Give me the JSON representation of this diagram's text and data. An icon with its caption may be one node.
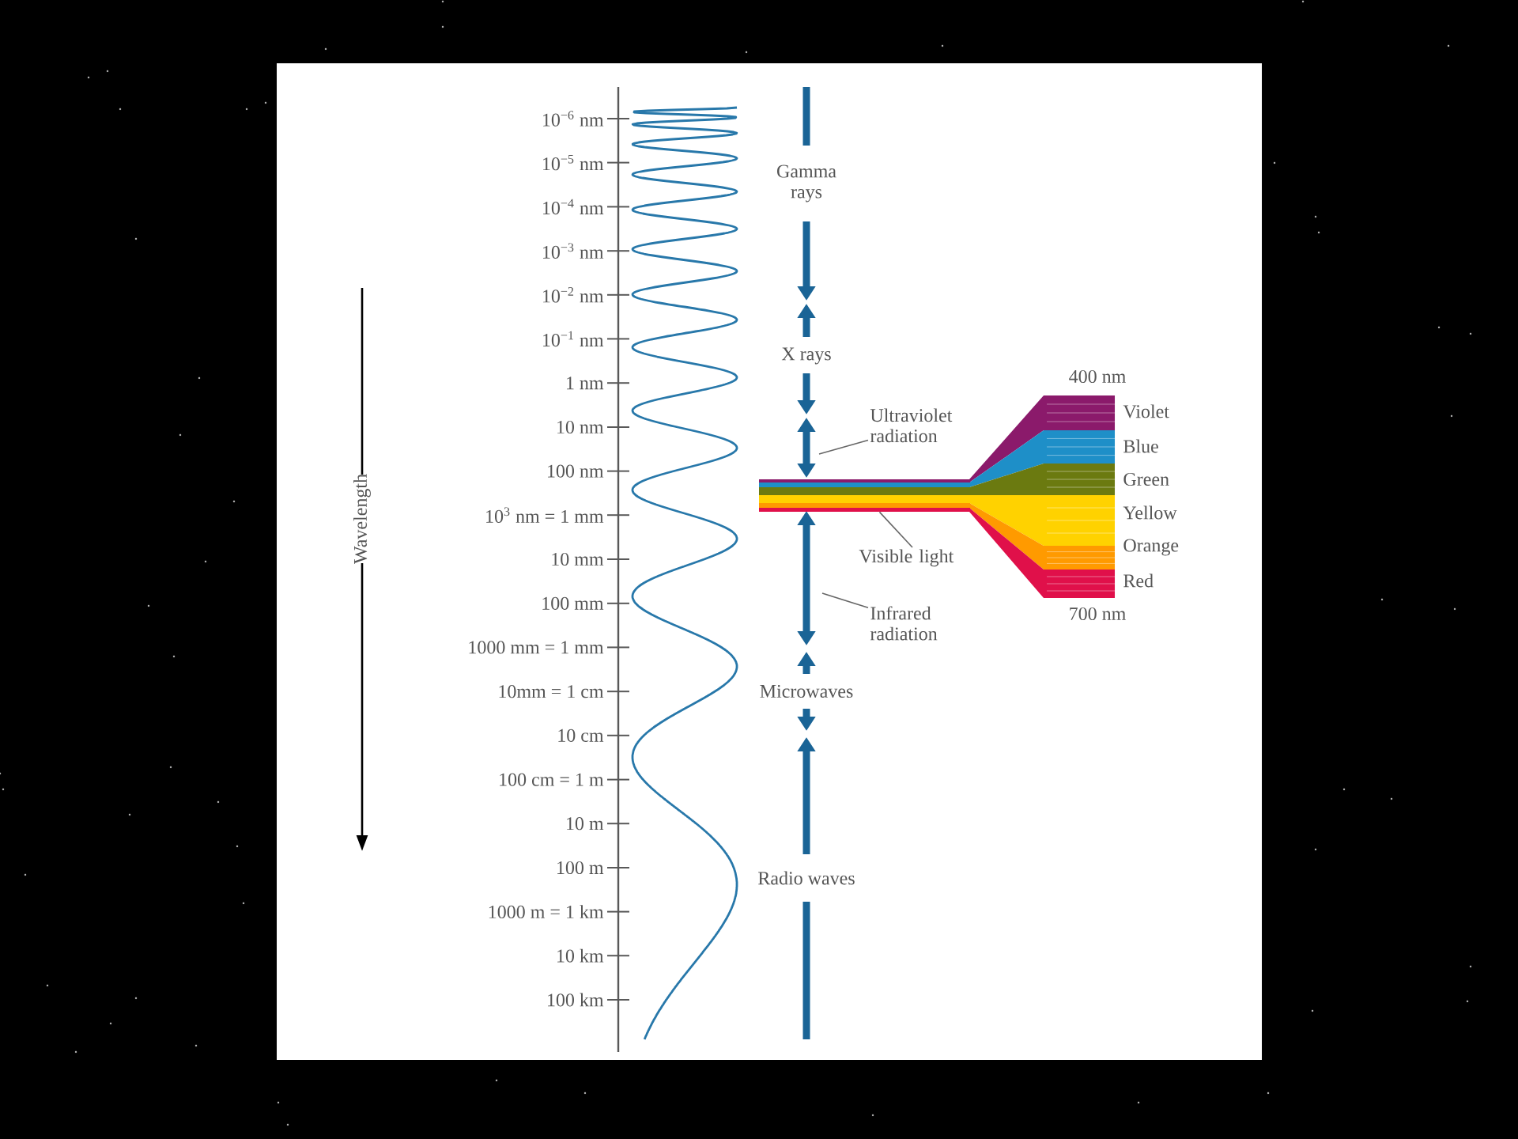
{
  "diagram": {
    "nodes": [
      {
        "text": [
          "Ultraviolet radiation"
        ]
      },
      {
        "text": [
          "Visible light"
        ]
      },
      {
        "text": [
          "Infrared radiation"
        ]
      },
      {
        "text": [],
        "shape": "bar"
      }
    ],
    "edges": [
      {
        "from": 0,
        "to": null,
        "arrow": "none"
      },
      {
        "from": 1,
        "to": 3,
        "arrow": "none"
      },
      {
        "from": 2,
        "to": null,
        "arrow": "none"
      }
    ],
    "labels": [
      "10$^{−6}$ nm",
      "10$^{−5}$ nm",
      "10$^{−4}$ nm",
      "10$^{−3}$ nm",
      "10$^{−2}$ nm",
      "10$^{−1}$ nm",
      "1 nm",
      "10 nm",
      "100 nm",
      "10$^{3}$ nm = 1 mm",
      "10 mm",
      "100 mm",
      "1000 mm = 1 mm",
      "10mm = 1 cm",
      "10 cm",
      "100 cm = 1 m",
      "10 m",
      "100 m",
      "1000 m = 1 km",
      "10 km",
      "100 km",
      "Wavelength",
      "Gamma rays",
      "X rays",
      "400 nm",
      "Violet",
      "Blue",
      "Green",
      "Yellow",
      "Orange",
      "Red",
      "700 nm",
      "Microwaves",
      "Radio waves"
    ]
  }
}
